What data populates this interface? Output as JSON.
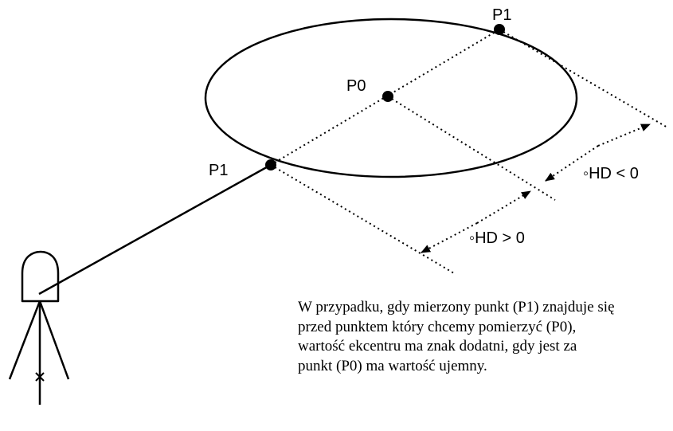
{
  "labels": {
    "p1_top": "P1",
    "p0": "P0",
    "p1_left": "P1",
    "hd_neg": "◦HD < 0",
    "hd_pos": "◦HD > 0"
  },
  "caption": {
    "lines": [
      "W przypadku, gdy mierzony punkt (P1) znajduje się",
      "przed punktem który chcemy pomierzyć (P0),",
      "wartość ekcentru ma znak dodatni, gdy jest za",
      "punkt (P0) ma wartość ujemny."
    ]
  },
  "colors": {
    "ink": "#000000",
    "background": "#ffffff"
  }
}
